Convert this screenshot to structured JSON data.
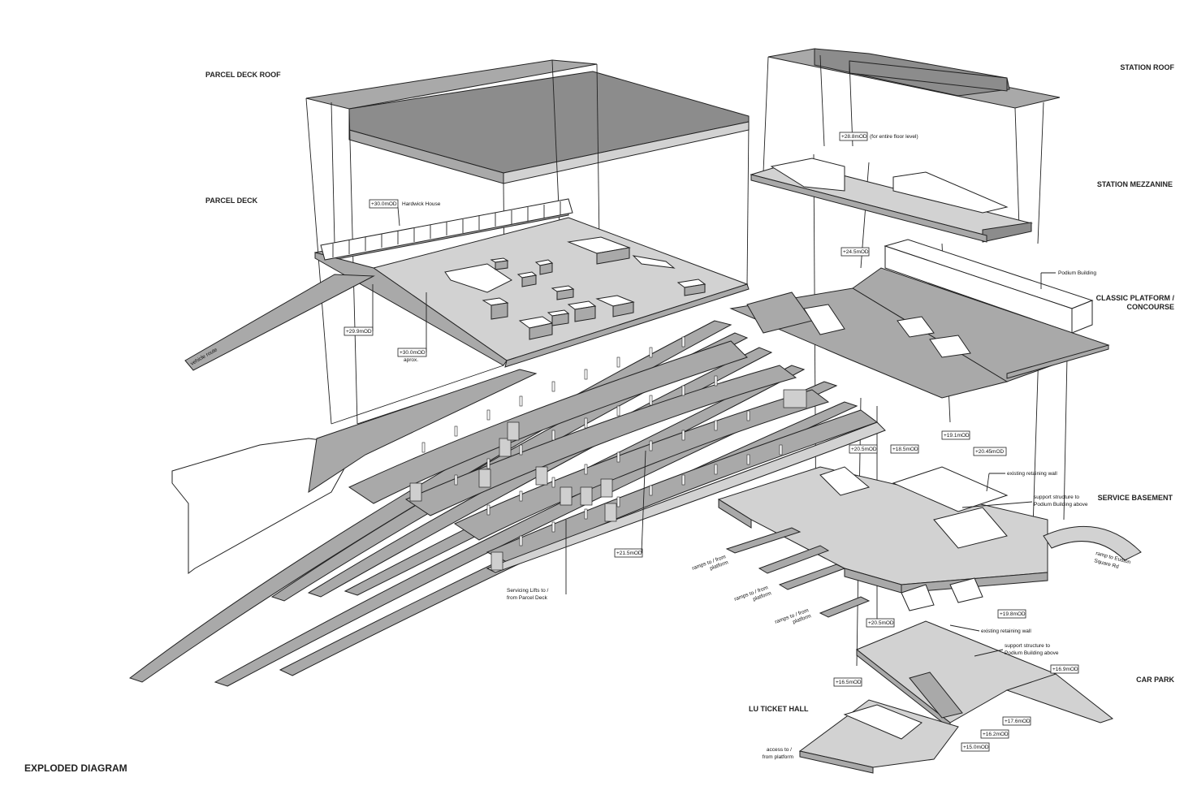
{
  "title": "EXPLODED DIAGRAM",
  "levels": {
    "parcel_deck_roof": "PARCEL DECK ROOF",
    "parcel_deck": "PARCEL DECK",
    "station_roof": "STATION ROOF",
    "station_mezzanine": "STATION MEZZANINE",
    "classic_platform_1": "CLASSIC PLATFORM /",
    "classic_platform_2": "CONCOURSE",
    "service_basement": "SERVICE BASEMENT",
    "car_park": "CAR PARK",
    "lu_ticket_hall": "LU TICKET HALL"
  },
  "level_tags": {
    "t30_0_hardwick": "+30.0mOD",
    "t29_9": "+29.9mOD",
    "t30_0_aprox": "+30.0mOD",
    "t28_8": "+28.8mOD",
    "t24_5": "+24.5mOD",
    "t21_5": "+21.5mOD",
    "t20_5_a": "+20.5mOD",
    "t18_5": "+18.5mOD",
    "t19_1": "+19.1mOD",
    "t20_45": "+20.45mOD",
    "t19_8": "+19.8mOD",
    "t20_5_b": "+20.5mOD",
    "t16_9": "+16.9mOD",
    "t16_5": "+16.5mOD",
    "t17_6": "+17.6mOD",
    "t16_2": "+16.2mOD",
    "t15_0": "+15.0mOD"
  },
  "notes": {
    "hardwick_house": "Hardwick House",
    "aprox": "aprox.",
    "vehicle_route": "vehicle route",
    "entire_floor": "(for entire floor level)",
    "podium_building": "Podium Building",
    "servicing_lifts_1": "Servicing Lifts to /",
    "servicing_lifts_2": "from Parcel Deck",
    "ramps_a_1": "ramps to / from",
    "ramps_a_2": "platform",
    "ramps_b_1": "ramps to / from",
    "ramps_b_2": "platform",
    "ramps_c_1": "ramps to / from",
    "ramps_c_2": "platform",
    "retaining_wall_1": "existing retaining wall",
    "support_1a": "support structure to",
    "support_1b": "Podium Building above",
    "ramp_euston_1": "ramp to Euston",
    "ramp_euston_2": "Square Rd",
    "retaining_wall_2": "existing retaining wall",
    "support_2a": "support structure to",
    "support_2b": "Podium Building above",
    "access_1": "access to /",
    "access_2": "from platform"
  }
}
